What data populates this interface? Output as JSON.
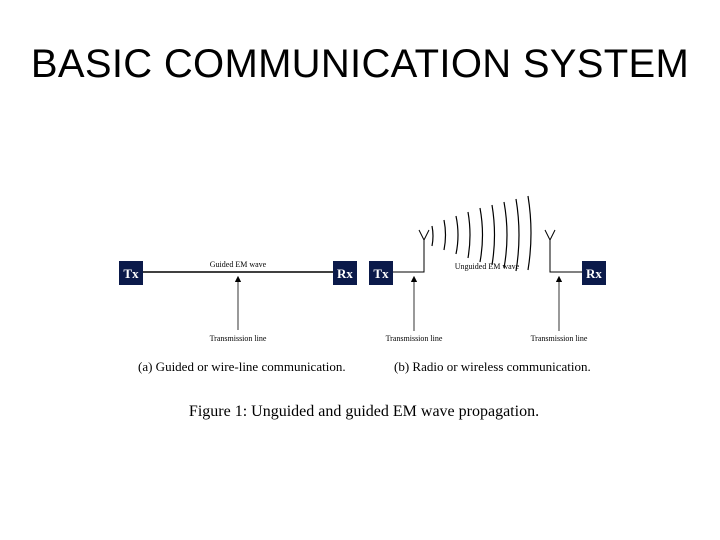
{
  "slide": {
    "title": "BASIC COMMUNICATION SYSTEM"
  },
  "diagram_a": {
    "tx_label": "Tx",
    "rx_label": "Rx",
    "wave_label": "Guided EM wave",
    "line_label": "Transmission line",
    "caption": "(a)  Guided or wire-line communication."
  },
  "diagram_b": {
    "tx_label": "Tx",
    "rx_label": "Rx",
    "wave_label": "Unguided EM wave",
    "line_label_left": "Transmission line",
    "line_label_right": "Transmission line",
    "caption": "(b)  Radio or wireless communication."
  },
  "figure_caption": "Figure 1: Unguided and guided EM wave propagation.",
  "colors": {
    "block_fill": "#0b1a4a",
    "block_text": "#ffffff",
    "line": "#000000"
  }
}
